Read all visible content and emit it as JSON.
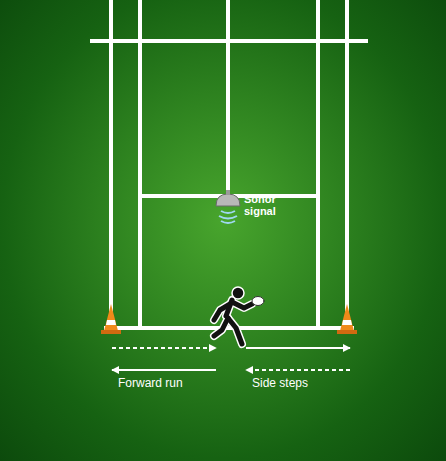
{
  "diagram": {
    "labels": [
      "Sonor signal",
      "Forward run",
      "Side steps"
    ]
  }
}
